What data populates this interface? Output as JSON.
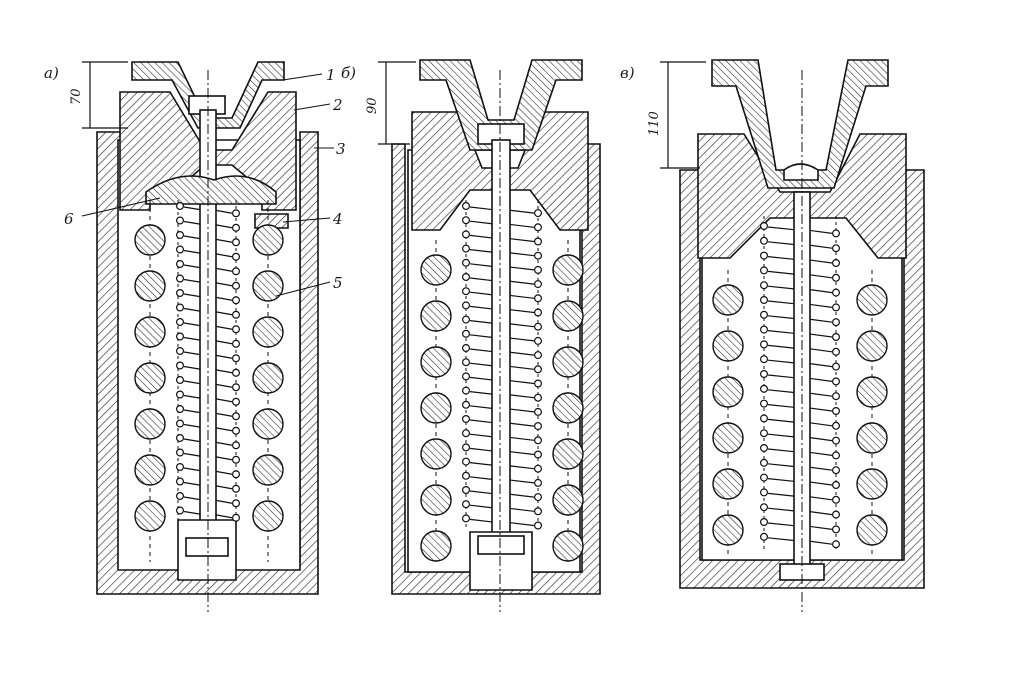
{
  "diagram": {
    "variants": [
      {
        "label": "а)",
        "dimension": "70"
      },
      {
        "label": "б)",
        "dimension": "90"
      },
      {
        "label": "в)",
        "dimension": "110"
      }
    ],
    "callouts": [
      "1",
      "2",
      "3",
      "4",
      "5",
      "6"
    ]
  }
}
